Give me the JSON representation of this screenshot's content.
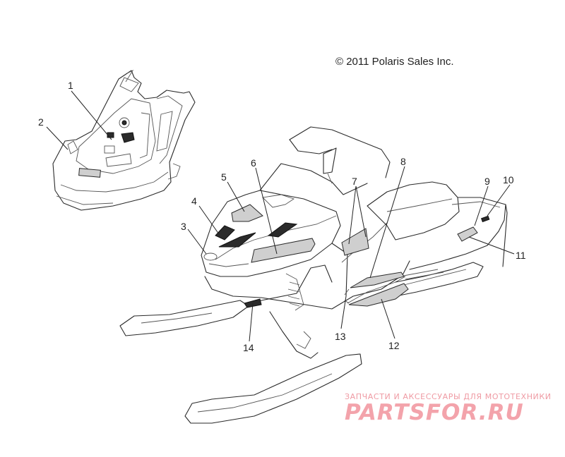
{
  "copyright": "© 2011 Polaris Sales Inc.",
  "callouts": [
    "1",
    "2",
    "3",
    "4",
    "5",
    "6",
    "7",
    "8",
    "9",
    "10",
    "11",
    "12",
    "13",
    "14"
  ],
  "watermark": {
    "tagline": "ЗАПЧАСТИ И АКСЕССУАРЫ ДЛЯ МОТОТЕХНИКИ",
    "logo": "PARTSFOR.RU"
  }
}
